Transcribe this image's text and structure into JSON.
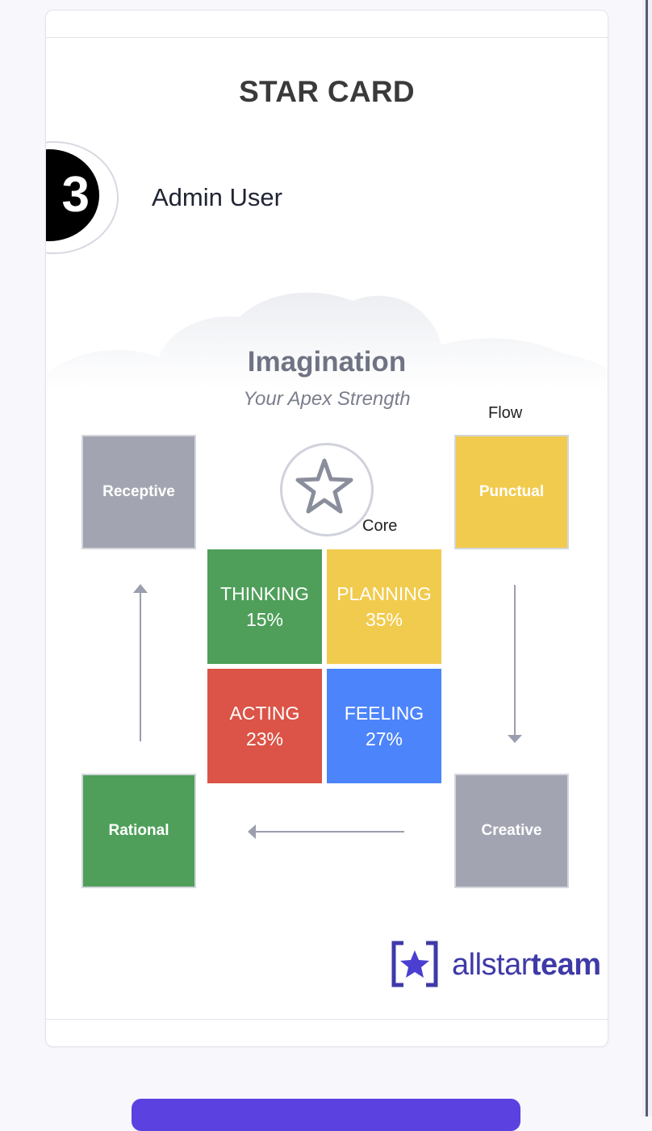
{
  "card": {
    "title": "STAR CARD",
    "avatar_initial": "3",
    "user_name": "Admin User"
  },
  "apex": {
    "title": "Imagination",
    "subtitle": "Your Apex Strength"
  },
  "labels": {
    "flow": "Flow",
    "core": "Core"
  },
  "corners": {
    "receptive": "Receptive",
    "punctual": "Punctual",
    "rational": "Rational",
    "creative": "Creative"
  },
  "quadrants": {
    "thinking": {
      "name": "THINKING",
      "percent": "15%"
    },
    "planning": {
      "name": "PLANNING",
      "percent": "35%"
    },
    "acting": {
      "name": "ACTING",
      "percent": "23%"
    },
    "feeling": {
      "name": "FEELING",
      "percent": "27%"
    }
  },
  "logo": {
    "text_light": "allstar",
    "text_bold": "team",
    "icon": "star-bracket-icon"
  },
  "colors": {
    "green": "#4f9f5a",
    "yellow": "#f1cb4d",
    "red": "#db5447",
    "blue": "#4c84fb",
    "gray": "#a2a5b1",
    "brand": "#3f3aa8",
    "button": "#5b41e0"
  }
}
